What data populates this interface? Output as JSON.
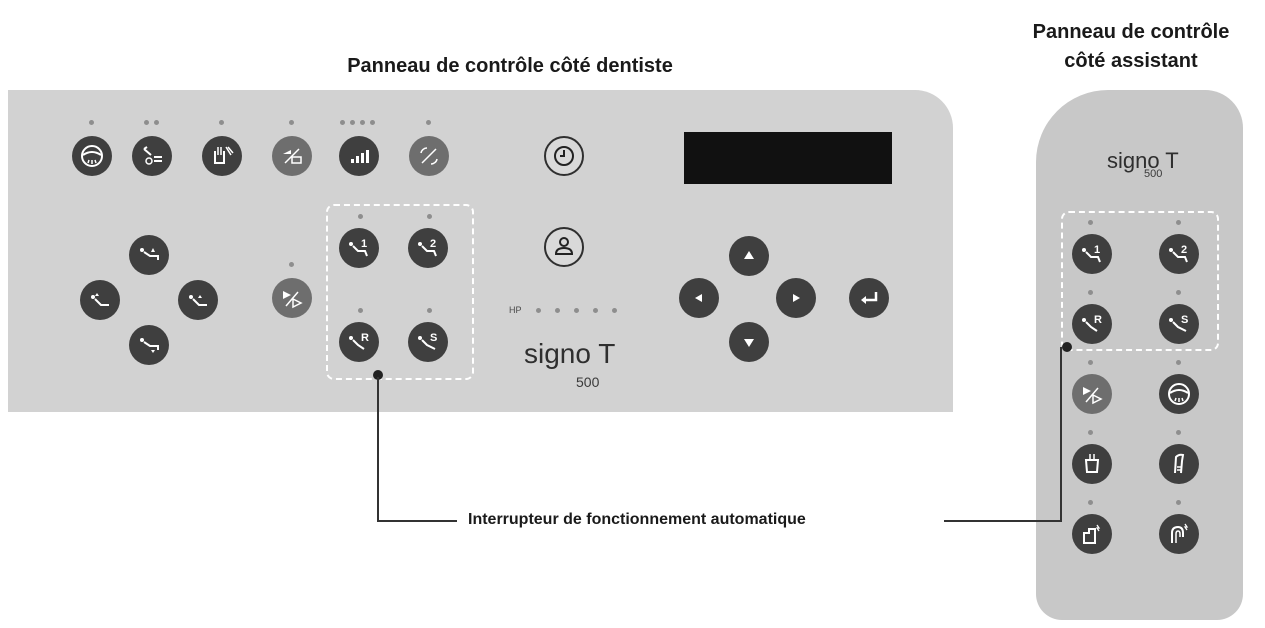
{
  "titles": {
    "dentist": "Panneau de contrôle côté dentiste",
    "assistant_line1": "Panneau de contrôle",
    "assistant_line2": "côté assistant"
  },
  "dentist_panel": {
    "brand": "signo T",
    "model": "500",
    "hp_label": "HP",
    "auto_buttons": [
      "1",
      "2",
      "R",
      "S"
    ]
  },
  "assistant_panel": {
    "brand": "signo T",
    "model": "500",
    "auto_buttons": [
      "1",
      "2",
      "R",
      "S"
    ]
  },
  "callout": {
    "label": "Interrupteur de fonctionnement automatique"
  },
  "colors": {
    "panel": "#d2d2d2",
    "button": "#3f3f3f",
    "screen": "#111111"
  }
}
